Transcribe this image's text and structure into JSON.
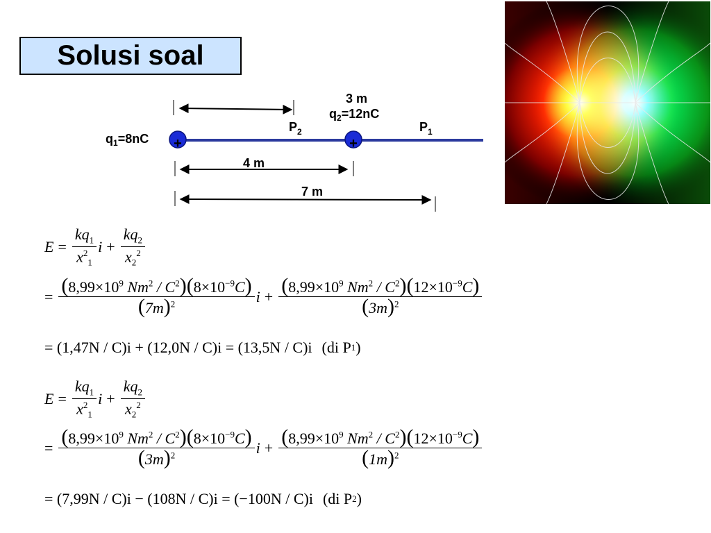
{
  "title": "Solusi soal",
  "diagram": {
    "q1_label": "q",
    "q1_sub": "1",
    "q1_val": "=8nC",
    "q2_label": "q",
    "q2_sub": "2",
    "q2_val": "=12nC",
    "p1_label": "P",
    "p1_sub": "1",
    "p2_label": "P",
    "p2_sub": "2",
    "plus": "+",
    "dist_3m": "3 m",
    "dist_4m": "4 m",
    "dist_7m": "7 m",
    "line_color": "#2b3a9e",
    "charge_color": "#1a2bd6"
  },
  "eq1": {
    "E": "E",
    "eq": "=",
    "k": "kq",
    "s1": "1",
    "s2": "2",
    "x": "x",
    "sq": "2",
    "i": "i",
    "plus": "+",
    "num_a1": "8,99×10",
    "exp9": "9",
    "nm": "Nm",
    "slash_c": " / C",
    "q_a": "8×10",
    "expn9": "−9",
    "C": "C",
    "den_a": "7m",
    "num_b_q": "12×10",
    "den_b": "3m",
    "result": "= (1,47N / C)i + (12,0N / C)i = (13,5N / C)i",
    "at": "(di P",
    "at_sub": "1",
    "at_close": ")"
  },
  "eq2": {
    "den_a": "3m",
    "den_b": "1m",
    "result": "= (7,99N / C)i − (108N / C)i = (−100N / C)i",
    "at": "(di P",
    "at_sub": "2",
    "at_close": ")"
  }
}
